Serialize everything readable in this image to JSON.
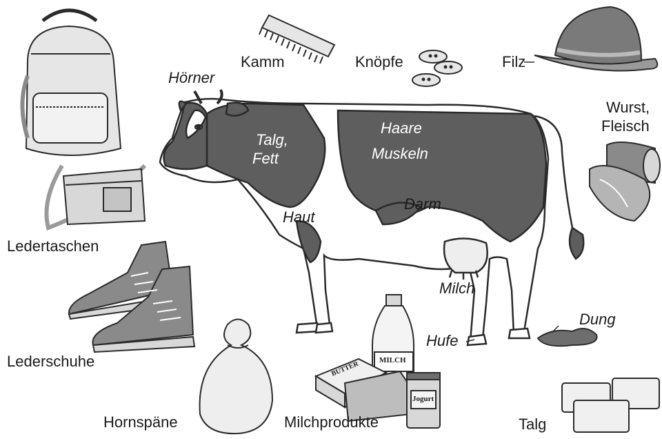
{
  "labels": {
    "hoerner": "Hörner",
    "kamm": "Kamm",
    "knoepfe": "Knöpfe",
    "filz": "Filz",
    "wurst": "Wurst,",
    "fleisch": "Fleisch",
    "talg_fett_1": "Talg,",
    "talg_fett_2": "Fett",
    "haare": "Haare",
    "muskeln": "Muskeln",
    "darm": "Darm",
    "haut": "Haut",
    "milch": "Milch",
    "dung": "Dung",
    "hufe": "Hufe",
    "ledertaschen": "Ledertaschen",
    "lederschuhe": "Lederschuhe",
    "hornspaene": "Hornspäne",
    "milchprodukte": "Milchprodukte",
    "talg": "Talg"
  },
  "packaging_text": {
    "milch": "MILCH",
    "butter": "BUTTER",
    "jogurt": "Jogurt"
  },
  "colors": {
    "cow_dark": "#5e5e5e",
    "line": "#2a2a2a",
    "object_fill": "#e6e6e6",
    "object_dark": "#8a8a8a"
  }
}
